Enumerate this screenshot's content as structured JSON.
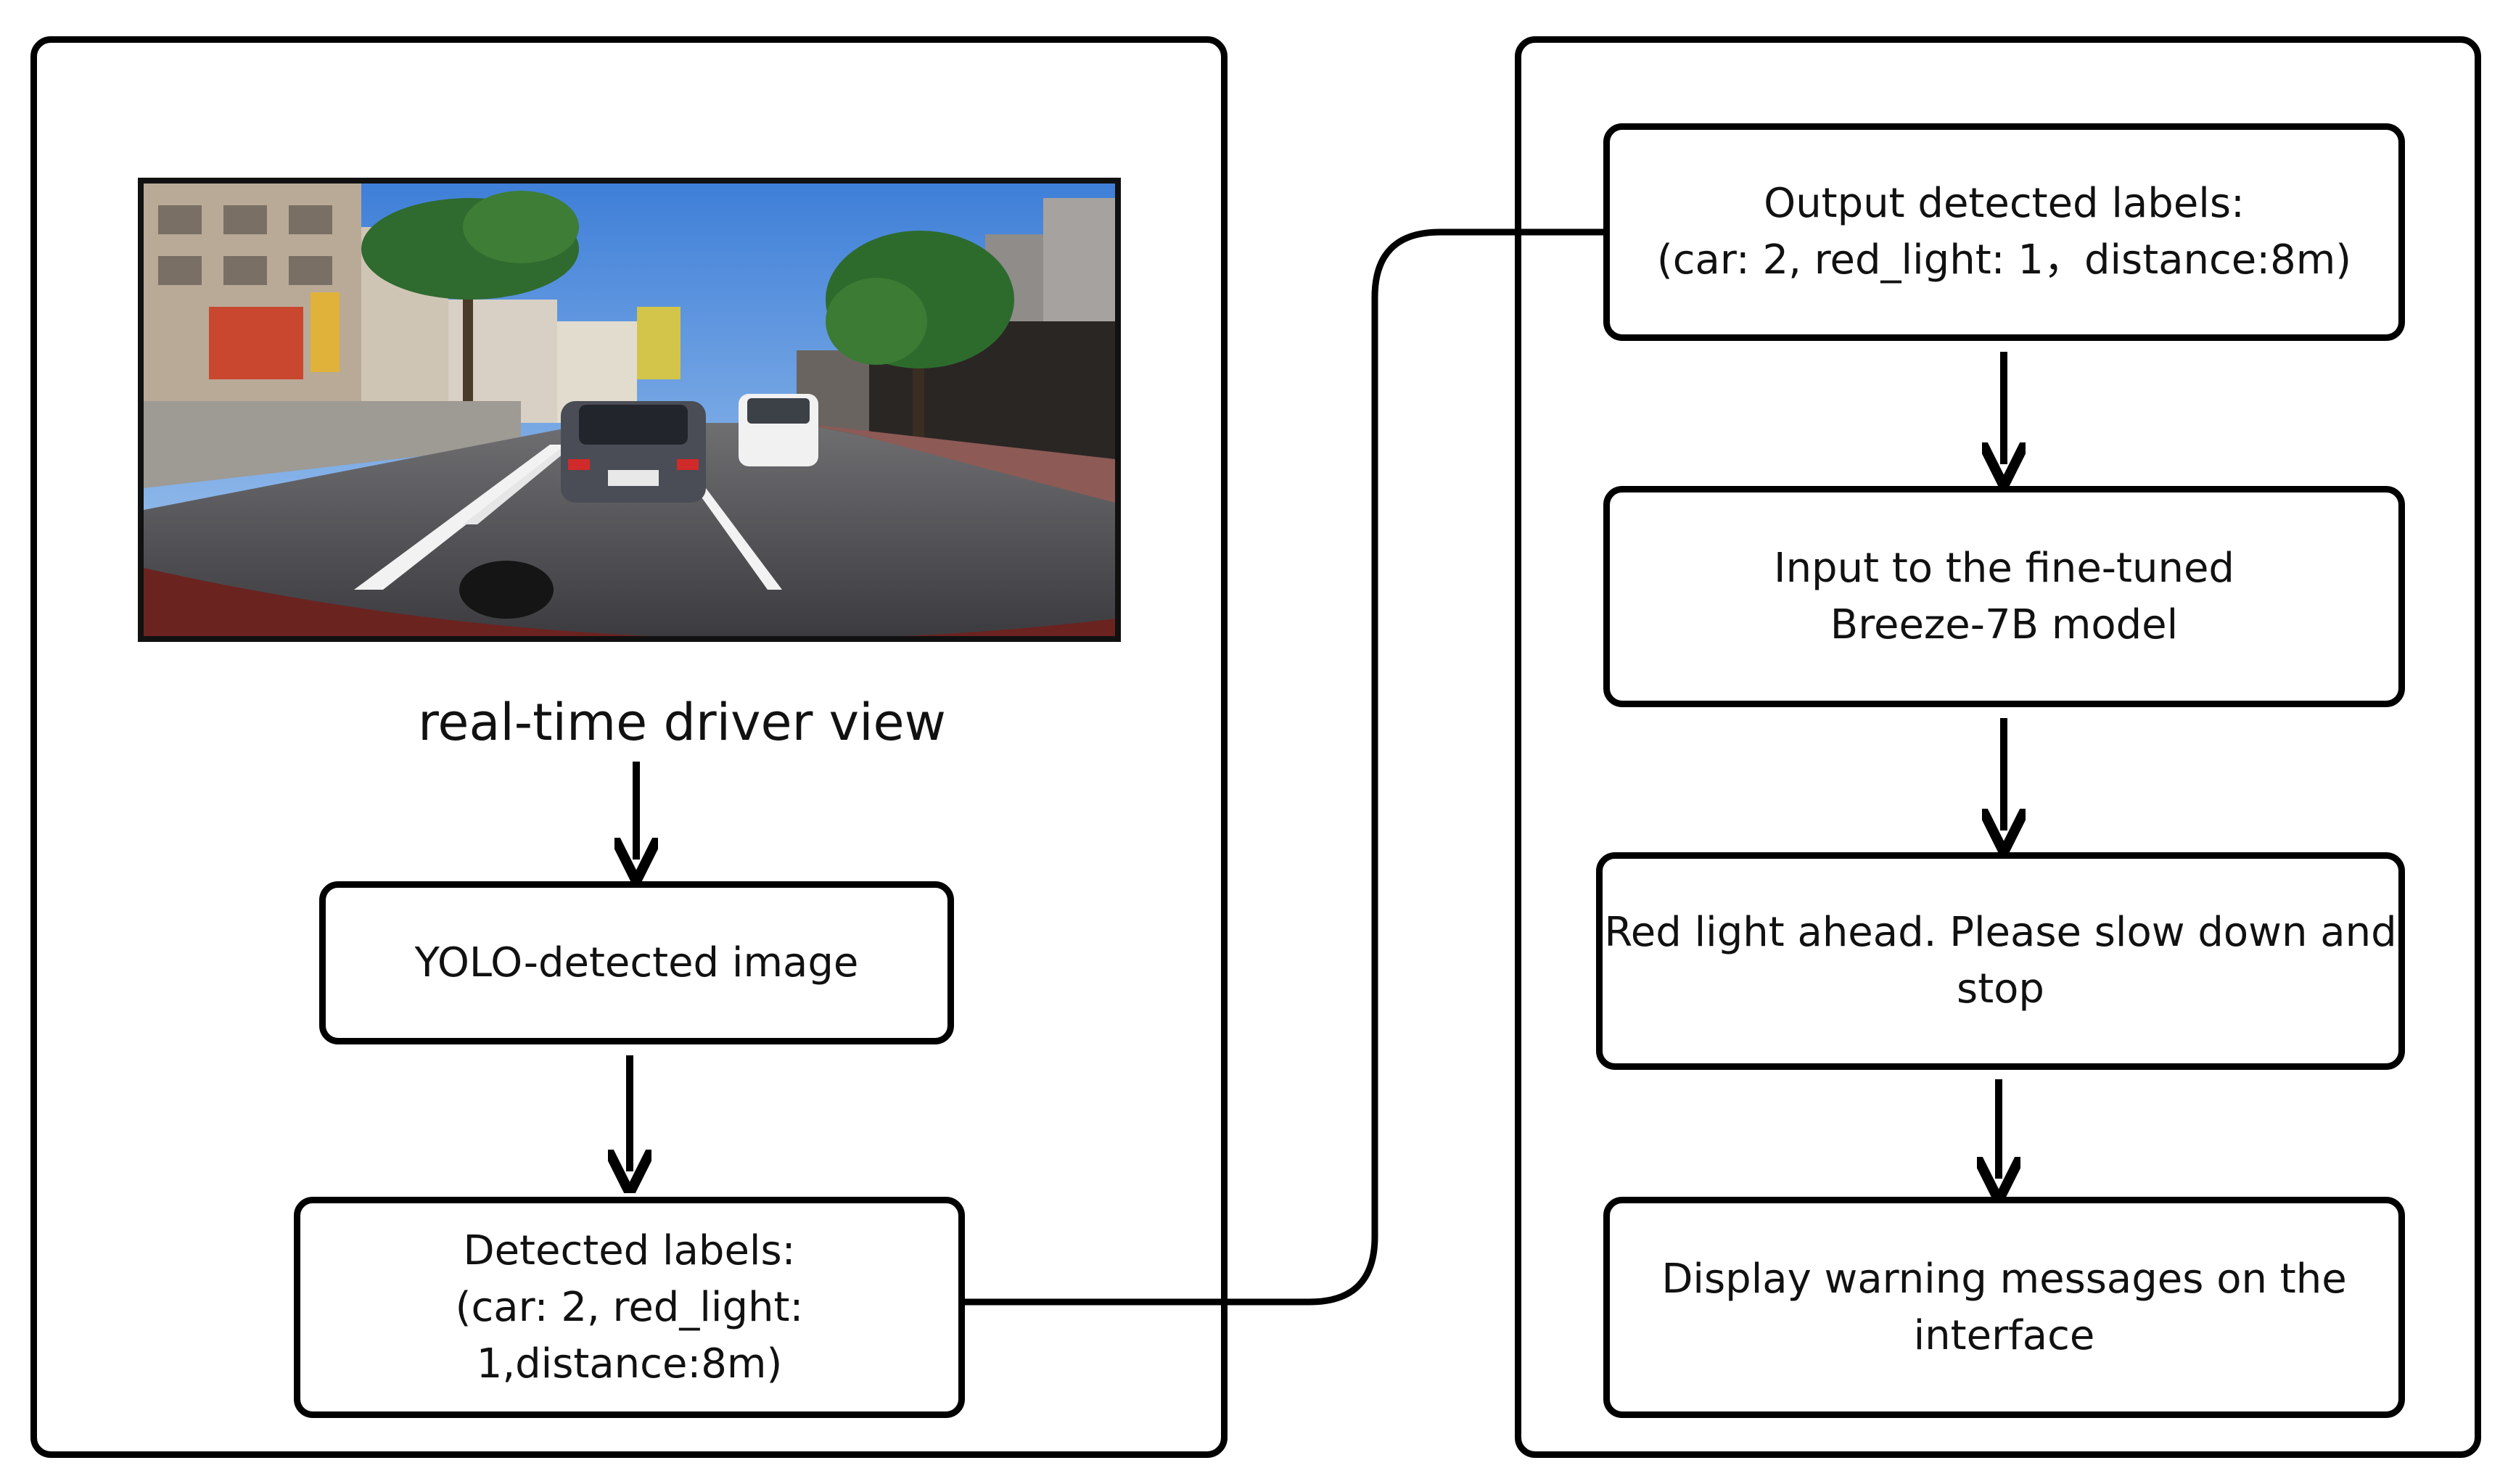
{
  "left_panel": {
    "photo_alt": "dashcam street scene",
    "caption": "real-time driver view",
    "box_yolo": "YOLO-detected image",
    "box_labels": {
      "line1": "Detected labels:",
      "line2": "(car: 2, red_light: 1,distance:8m)"
    }
  },
  "right_panel": {
    "box_output": {
      "line1": "Output detected labels:",
      "line2": "(car: 2, red_light: 1，distance:8m)"
    },
    "box_model": {
      "line1": "Input to the fine-tuned",
      "line2": "Breeze-7B model"
    },
    "box_warning": {
      "line1": "Red light ahead. Please slow down and",
      "line2": "stop"
    },
    "box_display": {
      "line1": "Display warning messages on the",
      "line2": "interface"
    }
  }
}
